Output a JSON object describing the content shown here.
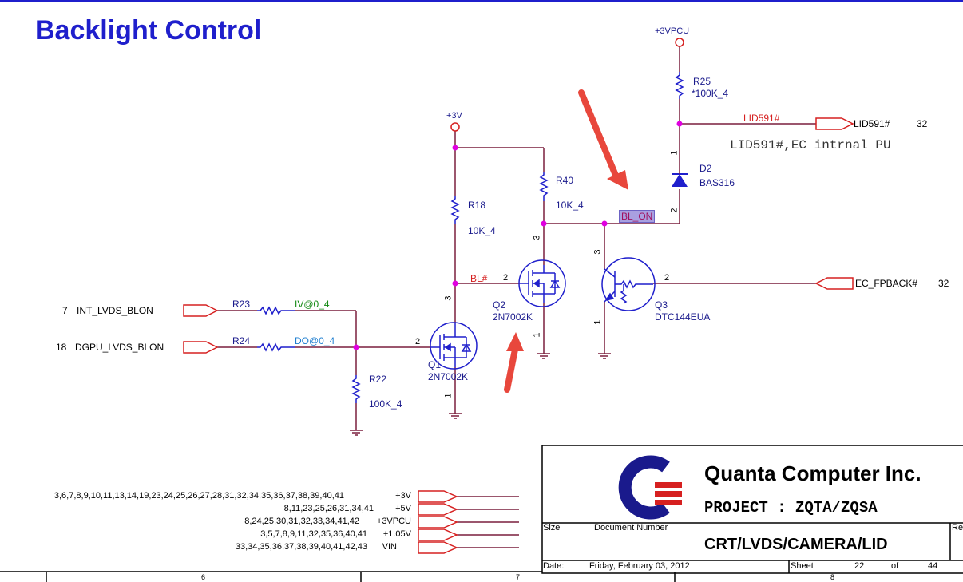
{
  "title": "Backlight Control",
  "rails": {
    "p3vpcu": "+3VPCU",
    "p3v": "+3V"
  },
  "components": {
    "r25": {
      "ref": "R25",
      "value": "*100K_4"
    },
    "r40": {
      "ref": "R40",
      "value": "10K_4"
    },
    "r18": {
      "ref": "R18",
      "value": "10K_4"
    },
    "r23": {
      "ref": "R23",
      "option": "IV@0_4"
    },
    "r24": {
      "ref": "R24",
      "option": "DO@0_4"
    },
    "r22": {
      "ref": "R22",
      "value": "100K_4"
    },
    "d2": {
      "ref": "D2",
      "value": "BAS316"
    },
    "q1": {
      "ref": "Q1",
      "value": "2N7002K"
    },
    "q2": {
      "ref": "Q2",
      "value": "2N7002K"
    },
    "q3": {
      "ref": "Q3",
      "value": "DTC144EUA"
    }
  },
  "nets": {
    "lid591": "LID591#",
    "lid591_port": "LID591#",
    "lid591_page": "32",
    "lid591_note": "LID591#,EC intrnal PU",
    "bl_on": "BL_ON",
    "bl_hash": "BL#",
    "ec_fpback": "EC_FPBACK#",
    "ec_fpback_page": "32",
    "int_lvds_page": "7",
    "int_lvds": "INT_LVDS_BLON",
    "dgpu_lvds_page": "18",
    "dgpu_lvds": "DGPU_LVDS_BLON"
  },
  "pins": {
    "d2_top": "1",
    "d2_bot": "2",
    "q2_d": "3",
    "q2_g": "2",
    "q2_s": "1",
    "q1_d": "3",
    "q1_g": "2",
    "q1_s": "1",
    "q3_c": "3",
    "q3_b": "2",
    "q3_e": "1"
  },
  "power_table": [
    {
      "pages": "3,6,7,8,9,10,11,13,14,19,23,24,25,26,27,28,31,32,34,35,36,37,38,39,40,41",
      "rail": "+3V"
    },
    {
      "pages": "8,11,23,25,26,31,34,41",
      "rail": "+5V"
    },
    {
      "pages": "8,24,25,30,31,32,33,34,41,42",
      "rail": "+3VPCU"
    },
    {
      "pages": "3,5,7,8,9,11,32,35,36,40,41",
      "rail": "+1.05V"
    },
    {
      "pages": "33,34,35,36,37,38,39,40,41,42,43",
      "rail": "VIN"
    }
  ],
  "title_block": {
    "company": "Quanta Computer Inc.",
    "project": "PROJECT : ZQTA/ZQSA",
    "size_label": "Size",
    "docnum_label": "Document Number",
    "rev_label": "Re",
    "doc_name": "CRT/LVDS/CAMERA/LID",
    "date_label": "Date:",
    "date": "Friday, February 03, 2012",
    "sheet_label": "Sheet",
    "sheet": "22",
    "of_label": "of",
    "total": "44"
  },
  "border_numbers": [
    "6",
    "7",
    "8"
  ],
  "colors": {
    "wire": "#7a1f3d",
    "component": "#1f1fcc",
    "junction": "#e000e0",
    "net_label": "#d62020",
    "port": "#d62020",
    "arrow": "#e8473c",
    "title": "#1f1fcc"
  }
}
